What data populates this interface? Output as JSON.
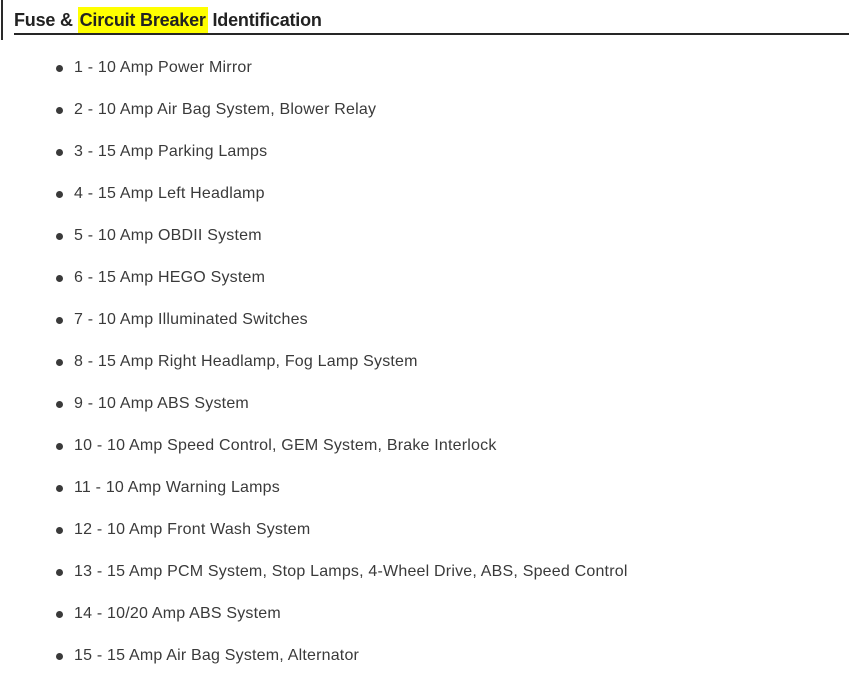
{
  "header": {
    "title_prefix": "Fuse & ",
    "title_highlight": "Circuit Breaker",
    "title_suffix": " Identification",
    "highlight_color": "#ffff00",
    "title_color": "#222222",
    "divider_color": "#262626"
  },
  "list": {
    "text_color": "#3a3a3a",
    "items": [
      "1 - 10 Amp Power Mirror",
      "2 - 10 Amp Air Bag System, Blower Relay",
      "3 - 15 Amp Parking Lamps",
      "4 - 15 Amp Left Headlamp",
      "5 - 10 Amp OBDII System",
      "6 - 15 Amp HEGO System",
      "7 - 10 Amp Illuminated Switches",
      "8 - 15 Amp Right Headlamp, Fog Lamp System",
      "9 - 10 Amp ABS System",
      "10 - 10 Amp Speed Control, GEM System, Brake Interlock",
      "11 - 10 Amp Warning Lamps",
      "12 - 10 Amp Front Wash System",
      "13 - 15 Amp PCM System, Stop Lamps, 4-Wheel Drive, ABS, Speed Control",
      "14 - 10/20 Amp ABS System",
      "15 - 15 Amp Air Bag System, Alternator"
    ]
  }
}
